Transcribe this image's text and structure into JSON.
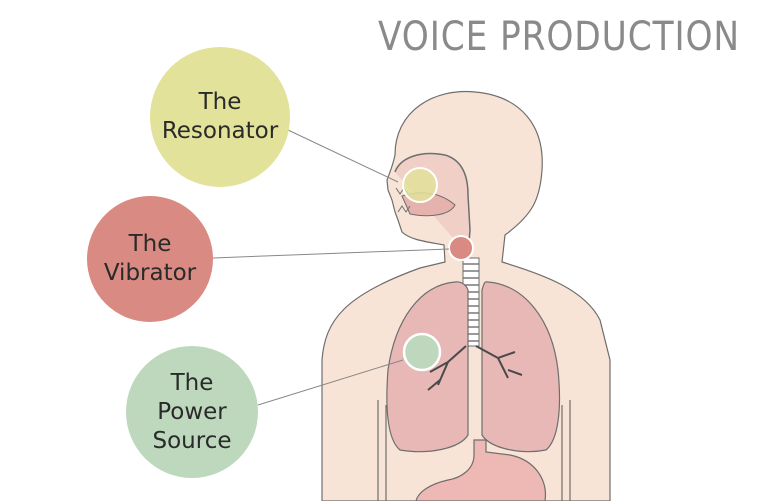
{
  "title": "VOICE PRODUCTION",
  "labels": {
    "resonator": [
      "The",
      "Resonator"
    ],
    "vibrator": [
      "The",
      "Vibrator"
    ],
    "power_source": [
      "The",
      "Power",
      "Source"
    ]
  },
  "colors": {
    "title": "#8a8a8a",
    "resonator": "#e2e29a",
    "vibrator": "#d98a82",
    "power_source": "#bdd8bd",
    "skin": "#f7e4d6",
    "outline": "#6e6e6e",
    "lung": "#e8b8b6",
    "trachea": "#9a9a9a"
  }
}
